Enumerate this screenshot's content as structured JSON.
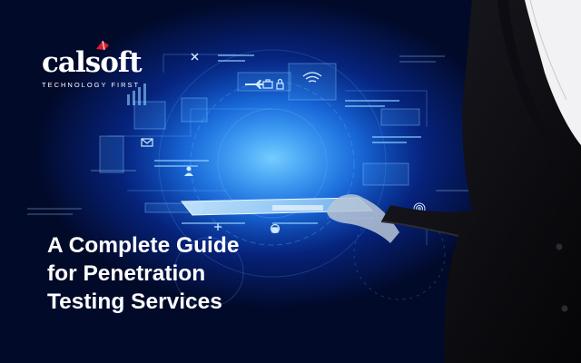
{
  "brand": {
    "name": "calsoft",
    "tagline": "TECHNOLOGY FIRST",
    "mark_color": "#d6202f"
  },
  "headline": {
    "lines": [
      "A Complete Guide",
      "for Penetration",
      "Testing Services"
    ]
  },
  "colors": {
    "background_dark": "#020a2a",
    "glow": "#1f8ff0",
    "text": "#ffffff"
  },
  "icons": [
    "close-icon",
    "airplane-icon",
    "briefcase-icon",
    "lock-icon",
    "wifi-cloud-icon",
    "mail-icon",
    "user-icon",
    "plus-icon",
    "fingerprint-icon"
  ]
}
